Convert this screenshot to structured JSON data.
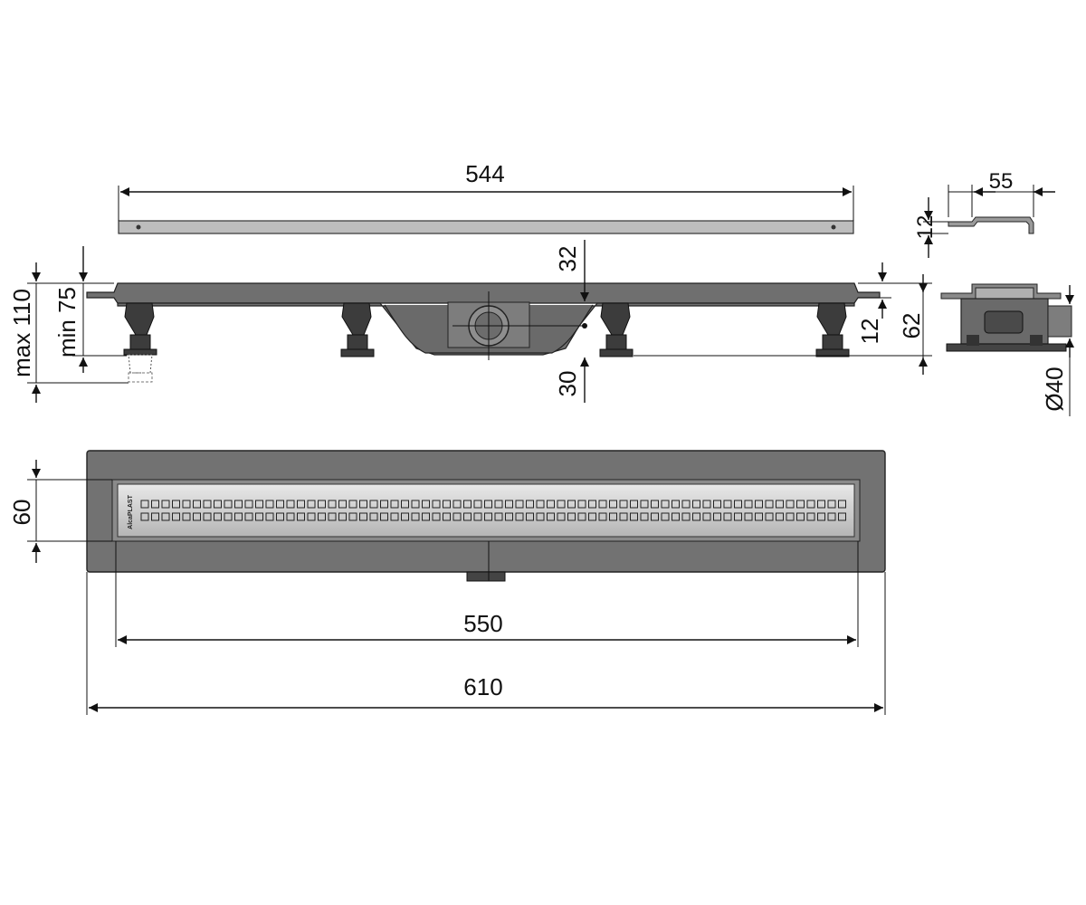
{
  "dimensions": {
    "grate_length": "544",
    "grate_width": "55",
    "grate_height": "12",
    "outlet_offset": "32",
    "channel_height_12": "12",
    "total_height": "62",
    "outlet_base": "30",
    "max_height": "max 110",
    "min_height": "min 75",
    "outlet_diameter": "Ø40",
    "channel_width": "60",
    "inner_length": "550",
    "outer_length": "610"
  },
  "brand_mark": "AlcaPLAST",
  "colors": {
    "body": "#6f6f6f",
    "dark": "#3c3c3c",
    "grate": "#c8c8c8",
    "line": "#111111"
  }
}
